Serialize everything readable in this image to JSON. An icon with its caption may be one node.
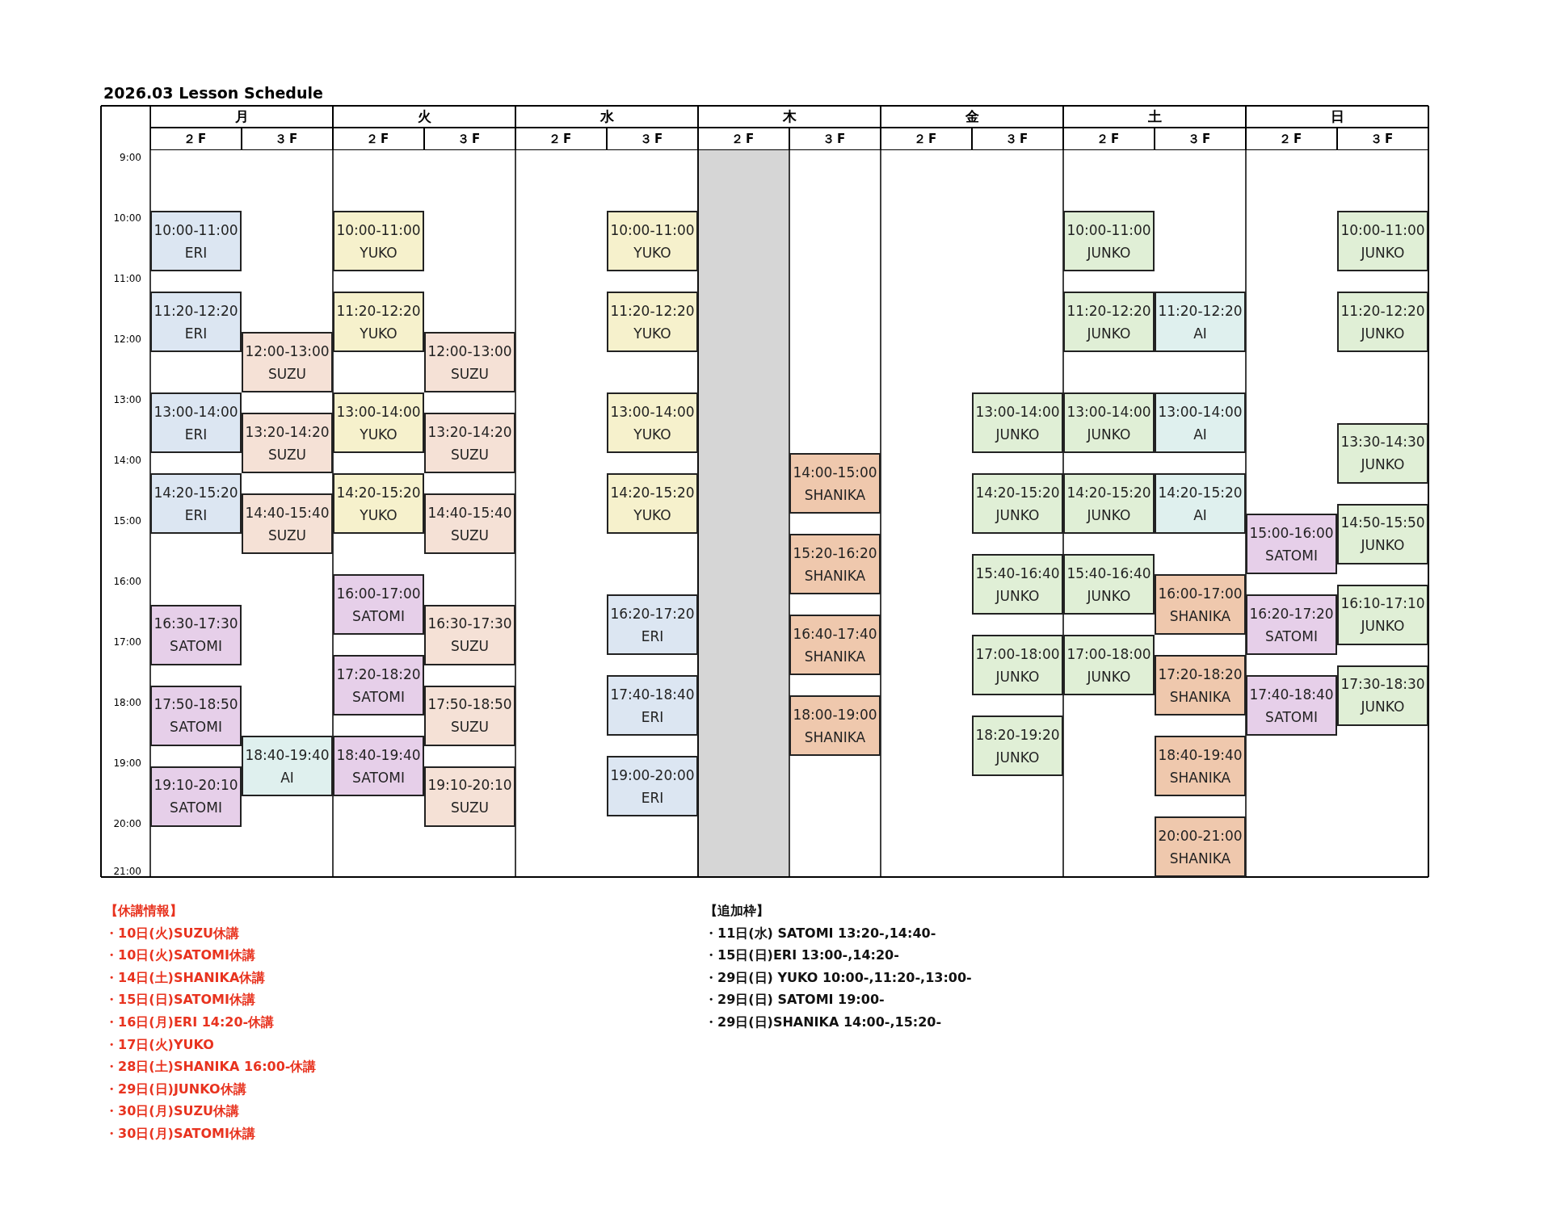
{
  "diagram": {
    "title": "2026.03 Lesson Schedule",
    "nodes": [
      {
        "text": [
          "10:00-11:00",
          "ERI"
        ]
      },
      {
        "text": [
          "11:20-12:20",
          "ERI"
        ]
      },
      {
        "text": [
          "13:00-14:00",
          "ERI"
        ]
      },
      {
        "text": [
          "14:20-15:20",
          "ERI"
        ]
      },
      {
        "text": [
          "16:30-17:30",
          "SATOMI"
        ]
      },
      {
        "text": [
          "17:50-18:50",
          "SATOMI"
        ]
      },
      {
        "text": [
          "19:10-20:10",
          "SATOMI"
        ]
      },
      {
        "text": [
          "12:00-13:00",
          "SUZU"
        ]
      },
      {
        "text": [
          "13:20-14:20",
          "SUZU"
        ]
      },
      {
        "text": [
          "14:40-15:40",
          "SUZU"
        ]
      },
      {
        "text": [
          "18:40-19:40",
          "AI"
        ]
      },
      {
        "text": [
          "10:00-11:00",
          "YUKO"
        ]
      },
      {
        "text": [
          "11:20-12:20",
          "YUKO"
        ]
      },
      {
        "text": [
          "13:00-14:00",
          "YUKO"
        ]
      },
      {
        "text": [
          "14:20-15:20",
          "YUKO"
        ]
      },
      {
        "text": [
          "16:00-17:00",
          "SATOMI"
        ]
      },
      {
        "text": [
          "17:20-18:20",
          "SATOMI"
        ]
      },
      {
        "text": [
          "18:40-19:40",
          "SATOMI"
        ]
      },
      {
        "text": [
          "12:00-13:00",
          "SUZU"
        ]
      },
      {
        "text": [
          "13:20-14:20",
          "SUZU"
        ]
      },
      {
        "text": [
          "14:40-15:40",
          "SUZU"
        ]
      },
      {
        "text": [
          "16:30-17:30",
          "SUZU"
        ]
      },
      {
        "text": [
          "17:50-18:50",
          "SUZU"
        ]
      },
      {
        "text": [
          "19:10-20:10",
          "SUZU"
        ]
      },
      {
        "text": [
          "10:00-11:00",
          "YUKO"
        ]
      },
      {
        "text": [
          "11:20-12:20",
          "YUKO"
        ]
      },
      {
        "text": [
          "13:00-14:00",
          "YUKO"
        ]
      },
      {
        "text": [
          "14:20-15:20",
          "YUKO"
        ]
      },
      {
        "text": [
          "16:20-17:20",
          "ERI"
        ]
      },
      {
        "text": [
          "17:40-18:40",
          "ERI"
        ]
      },
      {
        "text": [
          "19:00-20:00",
          "ERI"
        ]
      },
      {
        "text": [
          "14:00-15:00",
          "SHANIKA"
        ]
      },
      {
        "text": [
          "15:20-16:20",
          "SHANIKA"
        ]
      },
      {
        "text": [
          "16:40-17:40",
          "SHANIKA"
        ]
      },
      {
        "text": [
          "18:00-19:00",
          "SHANIKA"
        ]
      },
      {
        "text": [
          "13:00-14:00",
          "JUNKO"
        ]
      },
      {
        "text": [
          "14:20-15:20",
          "JUNKO"
        ]
      },
      {
        "text": [
          "15:40-16:40",
          "JUNKO"
        ]
      },
      {
        "text": [
          "17:00-18:00",
          "JUNKO"
        ]
      },
      {
        "text": [
          "18:20-19:20",
          "JUNKO"
        ]
      },
      {
        "text": [
          "10:00-11:00",
          "JUNKO"
        ]
      },
      {
        "text": [
          "11:20-12:20",
          "JUNKO"
        ]
      },
      {
        "text": [
          "13:00-14:00",
          "JUNKO"
        ]
      },
      {
        "text": [
          "14:20-15:20",
          "JUNKO"
        ]
      },
      {
        "text": [
          "15:40-16:40",
          "JUNKO"
        ]
      },
      {
        "text": [
          "17:00-18:00",
          "JUNKO"
        ]
      },
      {
        "text": [
          "11:20-12:20",
          "AI"
        ]
      },
      {
        "text": [
          "13:00-14:00",
          "AI"
        ]
      },
      {
        "text": [
          "14:20-15:20",
          "AI"
        ]
      },
      {
        "text": [
          "16:00-17:00",
          "SHANIKA"
        ]
      },
      {
        "text": [
          "17:20-18:20",
          "SHANIKA"
        ]
      },
      {
        "text": [
          "18:40-19:40",
          "SHANIKA"
        ]
      },
      {
        "text": [
          "20:00-21:00",
          "SHANIKA"
        ]
      },
      {
        "text": [
          "15:00-16:00",
          "SATOMI"
        ]
      },
      {
        "text": [
          "16:20-17:20",
          "SATOMI"
        ]
      },
      {
        "text": [
          "17:40-18:40",
          "SATOMI"
        ]
      },
      {
        "text": [
          "10:00-11:00",
          "JUNKO"
        ]
      },
      {
        "text": [
          "11:20-12:20",
          "JUNKO"
        ]
      },
      {
        "text": [
          "13:30-14:30",
          "JUNKO"
        ]
      },
      {
        "text": [
          "14:50-15:50",
          "JUNKO"
        ]
      },
      {
        "text": [
          "16:10-17:10",
          "JUNKO"
        ]
      },
      {
        "text": [
          "17:30-18:30",
          "JUNKO"
        ]
      },
      {
        "text": [],
        "shape": "box"
      }
    ],
    "labels": [
      "月",
      "火",
      "水",
      "木",
      "金",
      "土",
      "日",
      "２F",
      "３F",
      "２F",
      "３F",
      "２F",
      "３F",
      "２F",
      "３F",
      "２F",
      "３F",
      "２F",
      "３F",
      "２F",
      "３F",
      "9:00",
      "10:00",
      "11:00",
      "12:00",
      "13:00",
      "14:00",
      "15:00",
      "16:00",
      "17:00",
      "18:00",
      "19:00",
      "20:00",
      "21:00",
      "【休講情報】",
      "・10日(火)SUZU休講",
      "・10日(火)SATOMI休講",
      "・14日(土)SHANIKA休講",
      "・15日(日)SATOMI休講",
      "・16日(月)ERI 14:20-休講",
      "・17日(火)YUKO",
      "・28日(土)SHANIKA 16:00-休講",
      "・29日(日)JUNKO休講",
      "・30日(月)SUZU休講",
      "・30日(月)SATOMI休講",
      "【追加枠】",
      "・11日(水) SATOMI 13:20-,14:40-",
      "・15日(日)ERI 13:00-,14:20-",
      "・29日(日) YUKO 10:00-,11:20-,13:00-",
      "・29日(日) SATOMI 19:00-",
      "・29日(日)SHANIKA 14:00-,15:20-"
    ]
  }
}
